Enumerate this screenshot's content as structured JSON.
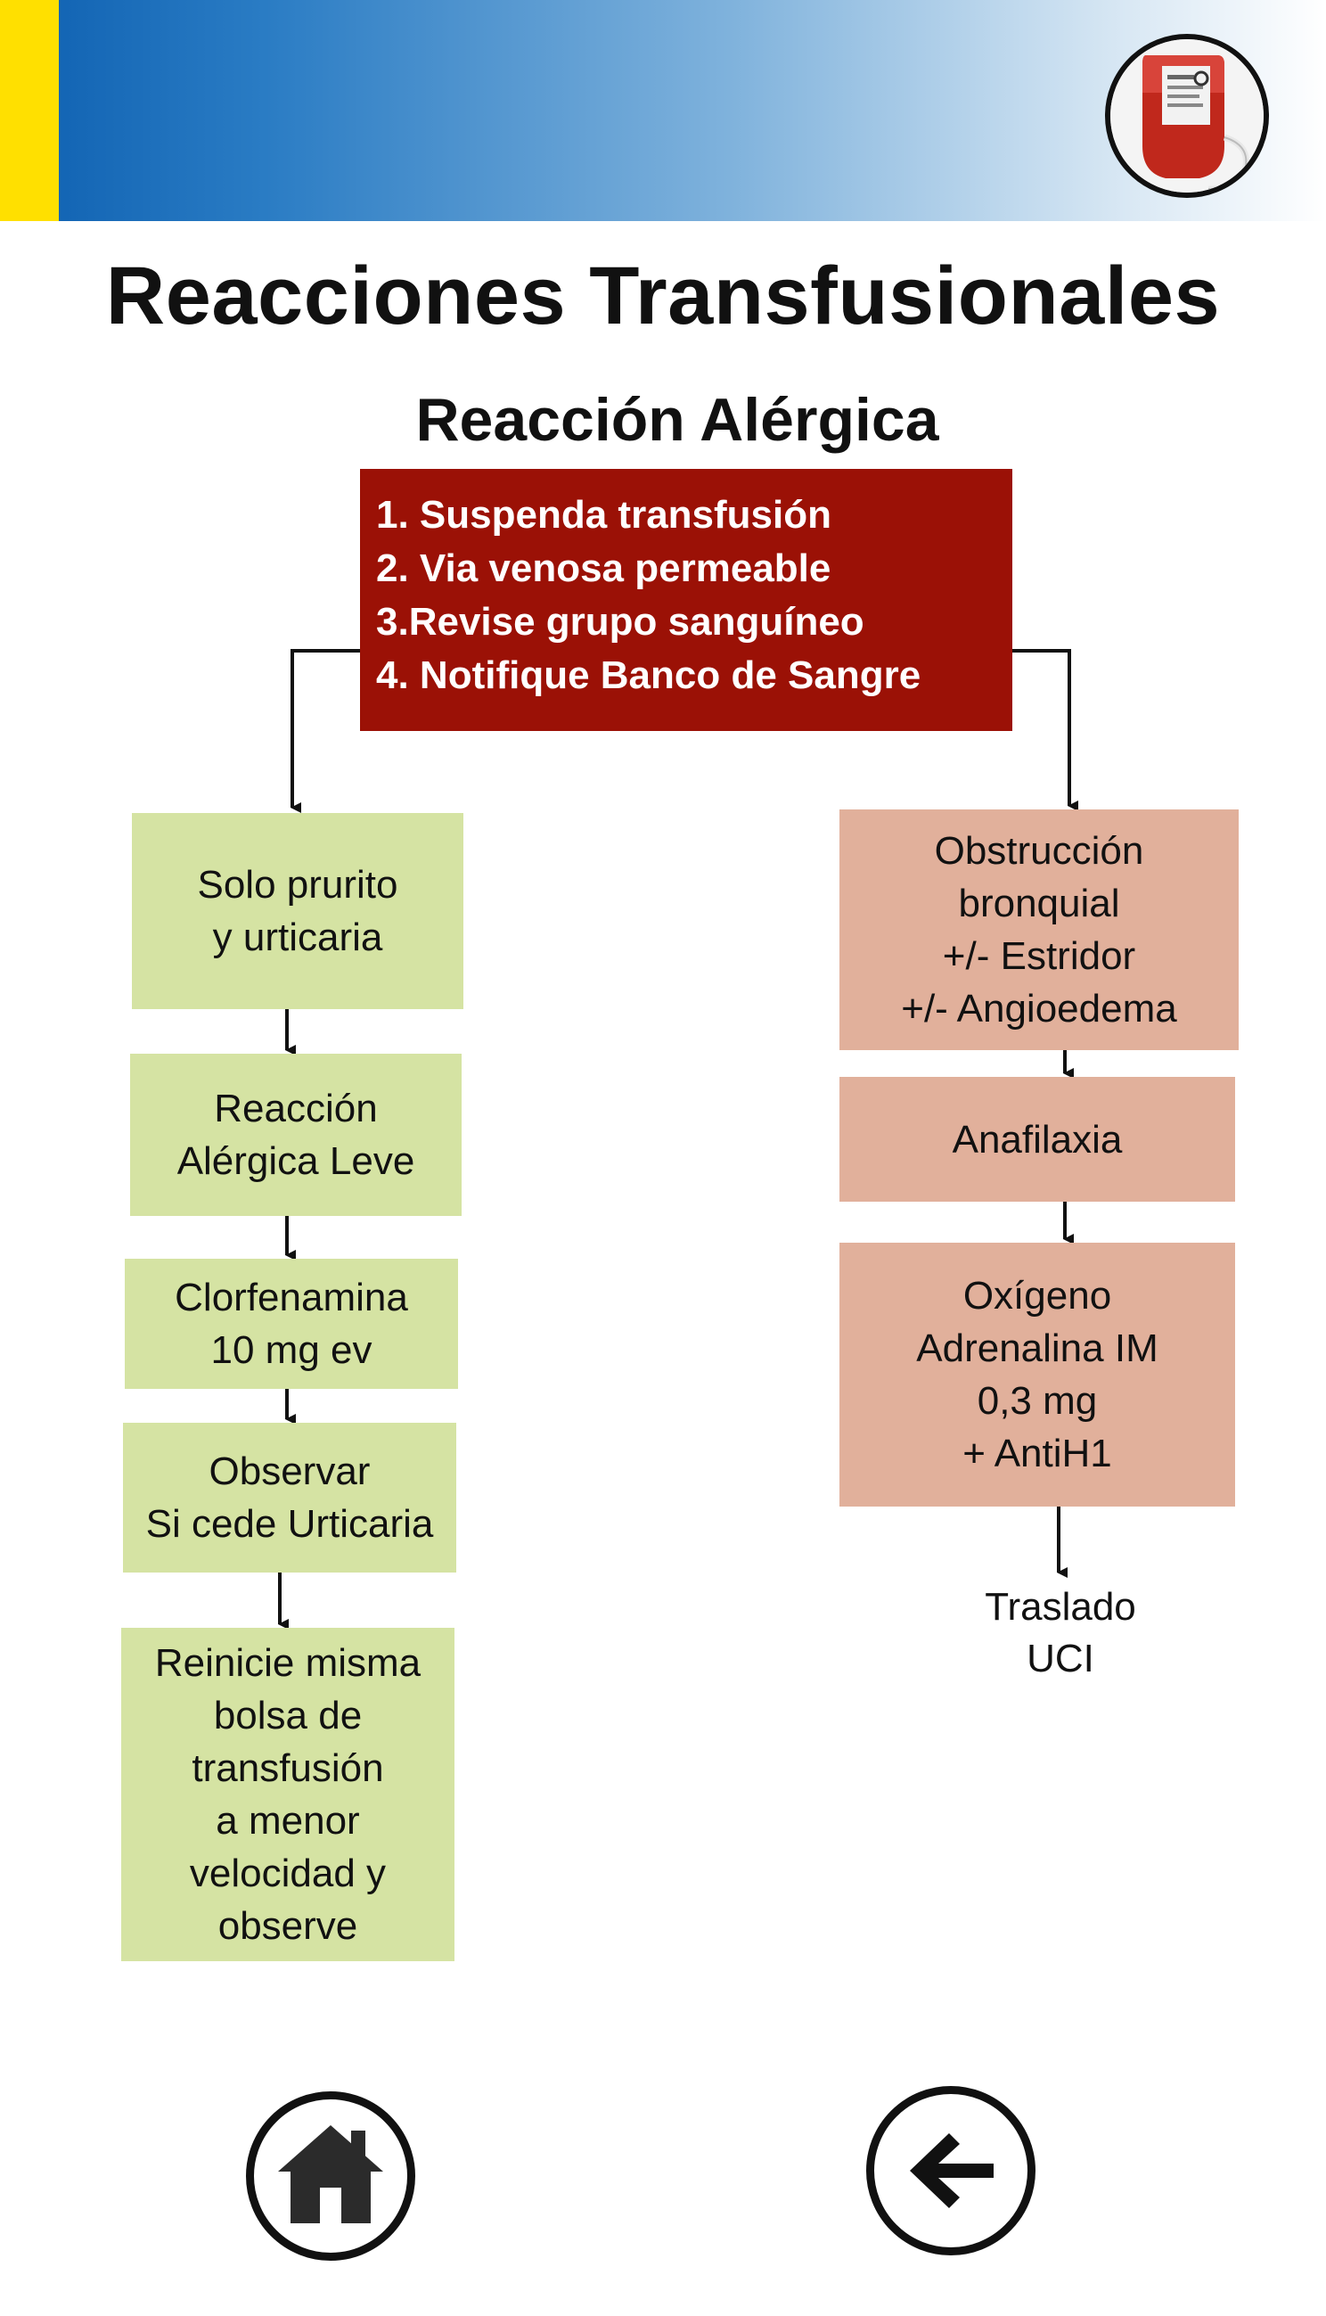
{
  "header": {
    "title": "Reacciones Transfusionales",
    "subtitle": "Reacción Alérgica",
    "badge_icon": "blood-bag-icon"
  },
  "initial_steps": [
    "1. Suspenda transfusión",
    "2. Via venosa permeable",
    "3.Revise grupo sanguíneo",
    "4. Notifique Banco de Sangre"
  ],
  "left_branch": [
    {
      "lines": [
        "Solo prurito",
        "y urticaria"
      ]
    },
    {
      "lines": [
        "Reacción",
        "Alérgica Leve"
      ]
    },
    {
      "lines": [
        "Clorfenamina",
        "10 mg ev"
      ]
    },
    {
      "lines": [
        "Observar",
        "Si cede Urticaria"
      ]
    },
    {
      "lines": [
        "Reinicie misma",
        "bolsa de",
        "transfusión",
        "a menor",
        "velocidad y",
        "observe"
      ]
    }
  ],
  "right_branch": [
    {
      "lines": [
        "Obstrucción",
        "bronquial",
        "+/- Estridor",
        "+/- Angioedema"
      ]
    },
    {
      "lines": [
        "Anafilaxia"
      ]
    },
    {
      "lines": [
        "Oxígeno",
        "Adrenalina IM",
        "0,3 mg",
        "+ AntiH1"
      ]
    }
  ],
  "right_final": [
    "Traslado",
    "UCI"
  ],
  "nav": {
    "home_icon": "home-icon",
    "back_icon": "arrow-left-icon"
  },
  "colors": {
    "accent_red": "#9b1106",
    "green_box": "#d5e3a3",
    "pink_box": "#e1b09b",
    "yellow": "#ffe000",
    "blue": "#0d5fb0"
  }
}
